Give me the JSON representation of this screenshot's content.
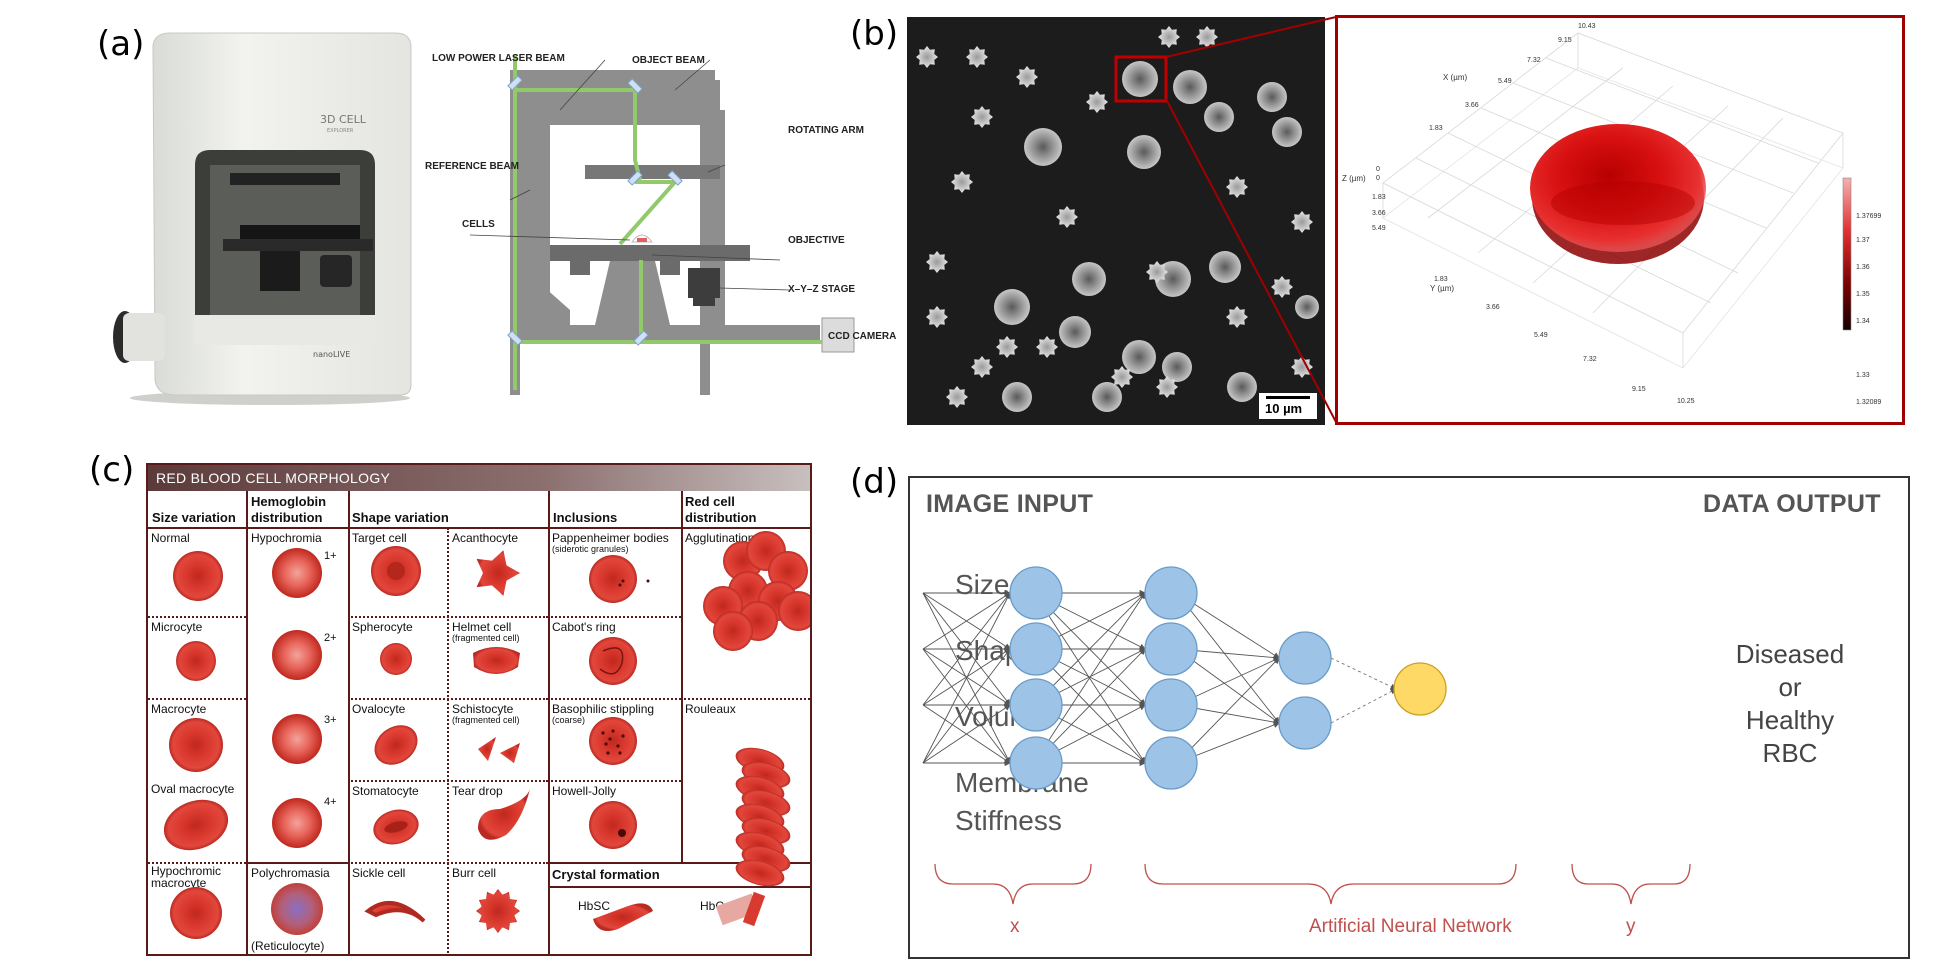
{
  "panels": {
    "a": {
      "letter": "(a)"
    },
    "b": {
      "letter": "(b)"
    },
    "c": {
      "letter": "(c)"
    },
    "d": {
      "letter": "(d)"
    }
  },
  "panel_a": {
    "device_brand": "3D CELL",
    "device_sub": "EXPLORER",
    "device_logo": "nanoLIVE",
    "labels": {
      "laser": "LOW POWER LASER BEAM",
      "object_beam": "OBJECT BEAM",
      "rotating_arm": "ROTATING ARM",
      "reference_beam": "REFERENCE BEAM",
      "cells": "CELLS",
      "objective": "OBJECTIVE",
      "stage": "X–Y–Z STAGE",
      "camera": "CCD CAMERA"
    }
  },
  "panel_b": {
    "scale_bar": "10 µm",
    "axis_x_label": "X (µm)",
    "axis_y_label": "Y (µm)",
    "axis_z_label": "Z (µm)",
    "x_ticks": [
      "10.43",
      "9.15",
      "7.32",
      "5.49",
      "3.66",
      "1.83",
      "0"
    ],
    "y_ticks": [
      "1.83",
      "3.66",
      "5.49",
      "7.32",
      "9.15",
      "10.25"
    ],
    "z_ticks": [
      "0",
      "1.83",
      "3.66",
      "5.49"
    ],
    "colorbar_ticks": [
      "1.37699",
      "1.37",
      "1.36",
      "1.35",
      "1.34",
      "1.33",
      "1.32089"
    ],
    "colorbar_max": 1.37699,
    "colorbar_min": 1.32089
  },
  "panel_c": {
    "header": "RED BLOOD CELL MORPHOLOGY",
    "columns": {
      "size": "Size variation",
      "hemo_1": "Hemoglobin",
      "hemo_2": "distribution",
      "shape": "Shape variation",
      "inclusions": "Inclusions",
      "red_1": "Red cell",
      "red_2": "distribution"
    },
    "cells": {
      "normal": "Normal",
      "microcyte": "Microcyte",
      "macrocyte": "Macrocyte",
      "oval_macrocyte": "Oval macrocyte",
      "hypo_macro_1": "Hypochromic",
      "hypo_macro_2": "macrocyte",
      "hypochromia": "Hypochromia",
      "grade1": "1+",
      "grade2": "2+",
      "grade3": "3+",
      "grade4": "4+",
      "polychromasia": "Polychromasia",
      "reticulocyte": "(Reticulocyte)",
      "target": "Target cell",
      "acanthocyte": "Acanthocyte",
      "spherocyte": "Spherocyte",
      "helmet": "Helmet cell",
      "helmet_sub": "(fragmented cell)",
      "ovalocyte": "Ovalocyte",
      "schistocyte": "Schistocyte",
      "schistocyte_sub": "(fragmented cell)",
      "stomatocyte": "Stomatocyte",
      "tear_drop": "Tear drop",
      "sickle": "Sickle cell",
      "burr": "Burr cell",
      "pappenheimer": "Pappenheimer bodies",
      "pappenheimer_sub": "(siderotic granules)",
      "cabot": "Cabot's ring",
      "basophilic": "Basophilic stippling",
      "basophilic_sub": "(coarse)",
      "howell": "Howell-Jolly",
      "crystal": "Crystal formation",
      "hbsc": "HbSC",
      "hbc": "HbC",
      "agglutination": "Agglutination",
      "rouleaux": "Rouleaux"
    }
  },
  "panel_d": {
    "input_title": "IMAGE INPUT",
    "output_title": "DATA OUTPUT",
    "features": [
      "Size",
      "Shape",
      "Volume",
      "Membrane",
      "Stiffness"
    ],
    "output_lines": [
      "Diseased",
      "or",
      "Healthy",
      "RBC"
    ],
    "brace_x": "x",
    "brace_ann": "Artificial Neural Network",
    "brace_y": "y",
    "colors": {
      "node": "#9dc3e6",
      "node_stroke": "#6a9cc9",
      "output_node": "#ffd966",
      "brace": "#c0504d"
    }
  }
}
